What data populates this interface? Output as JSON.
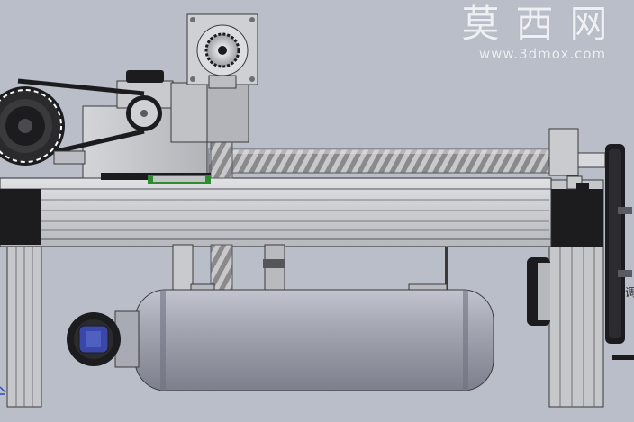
{
  "watermark": {
    "chinese": "莫西网",
    "url": "www.3dmox.com"
  },
  "edge_fragment": "调",
  "colors": {
    "background": "#b9bec9",
    "metal": "#c3c4c8",
    "rail": "#d2d3d7",
    "dark_metal": "#1c1c1f",
    "tank": "#9ea0ac",
    "highlight_green": "#2d8d2d",
    "knob_blue": "#3a47a8"
  },
  "icons": [
    "gear-pulley-icon",
    "motor-fan-icon",
    "lead-screw-icon",
    "cylinder-tank-icon"
  ]
}
